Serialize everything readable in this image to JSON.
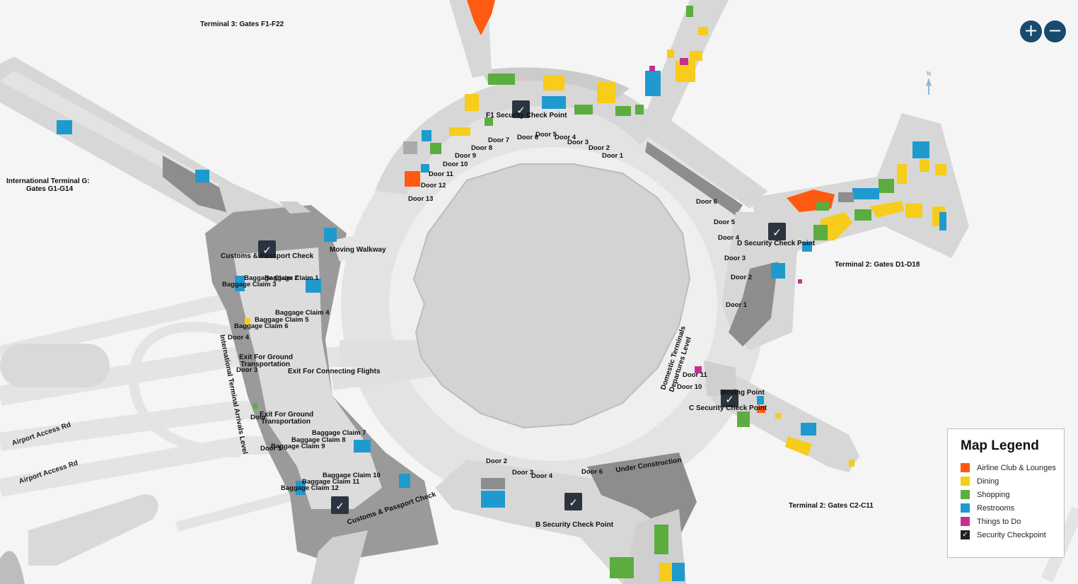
{
  "colors": {
    "airline_club": "#ff5a11",
    "dining": "#f7cc1a",
    "shopping": "#5cad3f",
    "restrooms": "#1f9acf",
    "things_to_do": "#c4308f",
    "checkpoint": "#2c3440",
    "building": "#9a9a9a",
    "concourse": "#d6d6d6",
    "road": "#e6e6e6",
    "center": "#d2d2d2",
    "zoom_button": "#174a6e"
  },
  "zoom": {
    "in_label": "+",
    "out_label": "−"
  },
  "compass": {
    "label": "N"
  },
  "icons": {
    "checkpoint": "security-checkpoint-icon",
    "compass": "north-arrow-icon"
  },
  "terminals": {
    "t3": "Terminal 3: Gates F1-F22",
    "intl_g_1": "International Terminal G:",
    "intl_g_2": "Gates G1-G14",
    "t2_d": "Terminal 2: Gates D1-D18",
    "t2_c": "Terminal 2: Gates C2-C11",
    "domestic_1": "Domestic Terminals",
    "domestic_2": "Departures Level",
    "intl_arrivals": "International Terminal Arrivals Level"
  },
  "roads": {
    "access_1": "Airport Access Rd",
    "access_2": "Airport Access Rd"
  },
  "checkpoints": {
    "f1": "F1 Security Check Point",
    "d": "D Security Check Point",
    "c": "C Security Check Point",
    "b": "B Security Check Point",
    "customs_1": "Customs & Passport Check",
    "customs_2": "Customs & Passport Check"
  },
  "places": {
    "moving_walkway": "Moving Walkway",
    "moving_point": "Moving Point",
    "under_construction": "Under Construction",
    "exit_ground_1a": "Exit For Ground",
    "exit_ground_1b": "Transportation",
    "exit_connecting": "Exit For Connecting Flights",
    "exit_ground_2a": "Exit For Ground",
    "exit_ground_2b": "Transportation"
  },
  "doors_f": {
    "d1": "Door 1",
    "d2": "Door 2",
    "d3": "Door 3",
    "d4": "Door 4",
    "d5": "Door 5",
    "d6": "Door 6",
    "d7": "Door 7",
    "d8": "Door 8",
    "d9": "Door 9",
    "d10": "Door 10",
    "d11": "Door 11",
    "d12": "Door 12",
    "d13": "Door 13"
  },
  "doors_d": {
    "d1": "Door 1",
    "d2": "Door 2",
    "d3": "Door 3",
    "d4": "Door 4",
    "d5": "Door 5",
    "d6": "Door 6"
  },
  "doors_c": {
    "d10": "Door 10",
    "d11": "Door 11"
  },
  "doors_b": {
    "d2": "Door 2",
    "d3": "Door 3",
    "d4": "Door 4",
    "d6": "Door 6"
  },
  "doors_intl": {
    "d1": "Door 1",
    "d2": "Door",
    "d3": "Door 3",
    "d4": "Door 4"
  },
  "baggage": {
    "c1": "Baggage Claim 1",
    "c2": "Baggage Claim 2",
    "c3": "Baggage Claim 3",
    "c4": "Baggage Claim 4",
    "c5": "Baggage Claim 5",
    "c6": "Baggage Claim 6",
    "c7": "Baggage Claim 7",
    "c8": "Baggage Claim 8",
    "c9": "Baggage Claim 9",
    "c10": "Baggage Claim 10",
    "c11": "Baggage Claim 11",
    "c12": "Baggage Claim 12"
  },
  "legend": {
    "title": "Map Legend",
    "items": [
      {
        "label": "Airline Club & Lounges",
        "color": "#ff5a11"
      },
      {
        "label": "Dining",
        "color": "#f7cc1a"
      },
      {
        "label": "Shopping",
        "color": "#5cad3f"
      },
      {
        "label": "Restrooms",
        "color": "#1f9acf"
      },
      {
        "label": "Things to Do",
        "color": "#c4308f"
      },
      {
        "label": "Security Checkpoint",
        "color": "#222222"
      }
    ]
  }
}
